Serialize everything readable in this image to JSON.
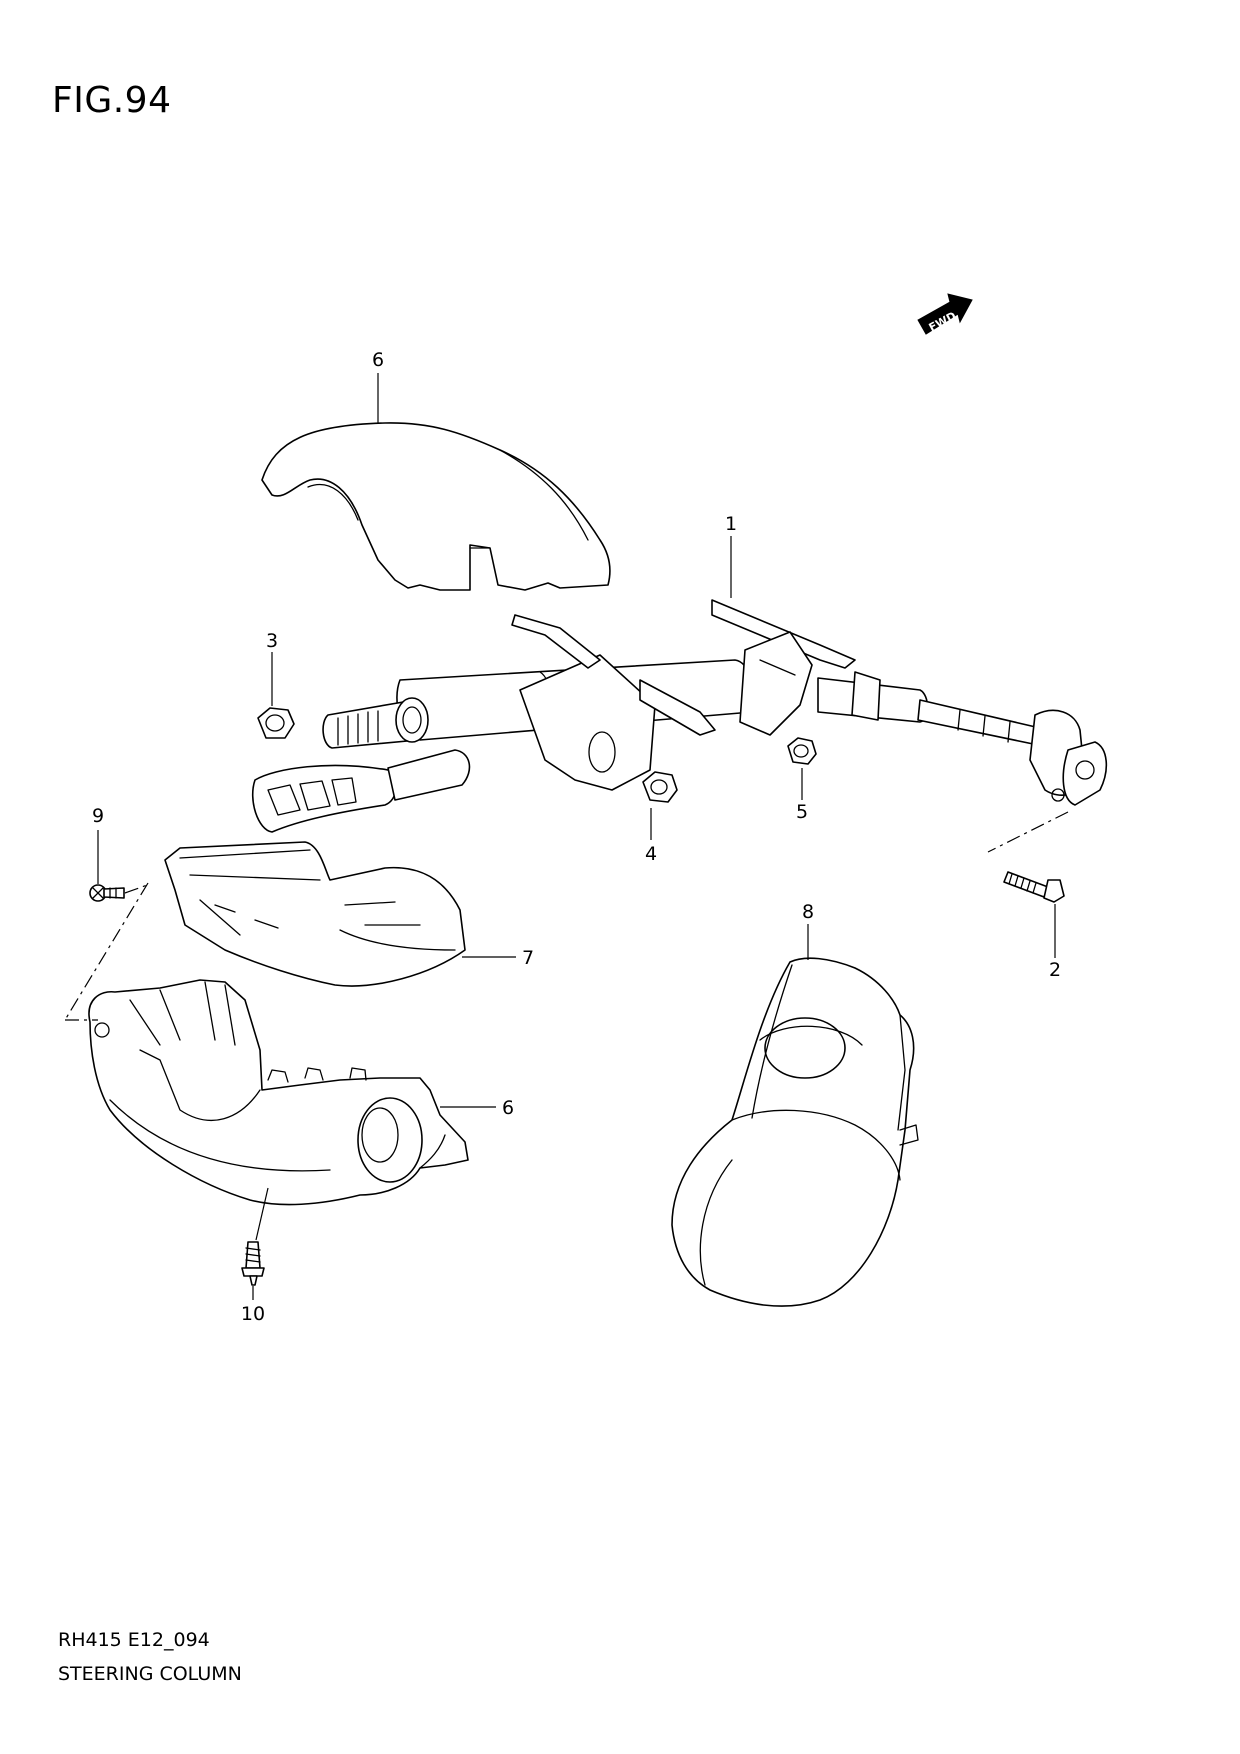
{
  "figure": {
    "title": "FIG.94",
    "code": "RH415 E12_094",
    "name": "STEERING COLUMN"
  },
  "fwd_icon": {
    "label": "FWD"
  },
  "callouts": [
    {
      "id": "c1",
      "number": "1"
    },
    {
      "id": "c2",
      "number": "2"
    },
    {
      "id": "c3",
      "number": "3"
    },
    {
      "id": "c4",
      "number": "4"
    },
    {
      "id": "c5",
      "number": "5"
    },
    {
      "id": "c6a",
      "number": "6"
    },
    {
      "id": "c6b",
      "number": "6"
    },
    {
      "id": "c7",
      "number": "7"
    },
    {
      "id": "c8",
      "number": "8"
    },
    {
      "id": "c9",
      "number": "9"
    },
    {
      "id": "c10",
      "number": "10"
    }
  ]
}
